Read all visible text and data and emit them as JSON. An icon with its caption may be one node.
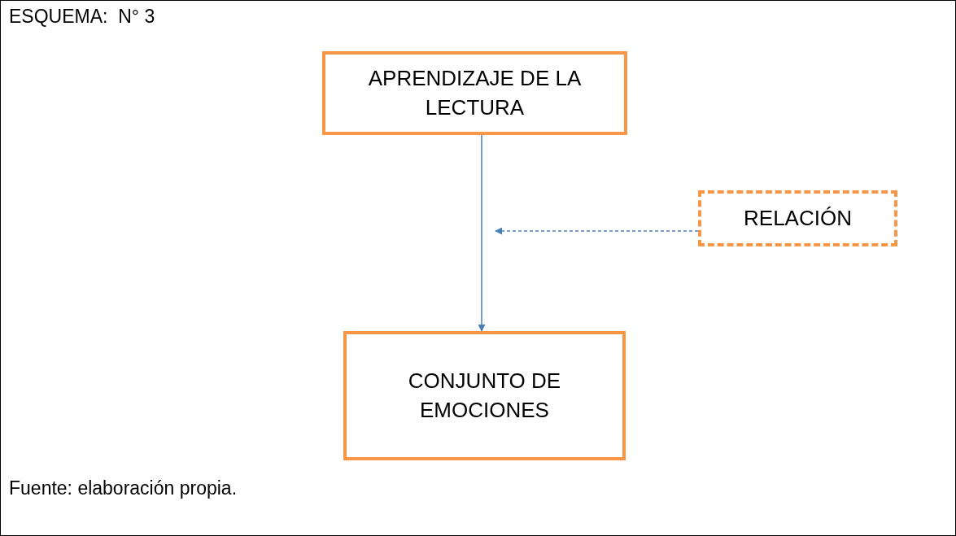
{
  "diagram": {
    "title": "ESQUEMA:  N° 3",
    "caption": "Fuente: elaboración propia.",
    "nodes": [
      {
        "text": [
          "APRENDIZAJE DE LA LECTURA"
        ]
      },
      {
        "text": [
          "RELACIÓN"
        ]
      },
      {
        "text": [
          "CONJUNTO DE EMOCIONES"
        ]
      }
    ],
    "edges": [
      {
        "from": 0,
        "to": 2,
        "arrow": "to"
      },
      {
        "from": 1,
        "to": null,
        "arrow": "to",
        "style": "dashed"
      }
    ]
  }
}
